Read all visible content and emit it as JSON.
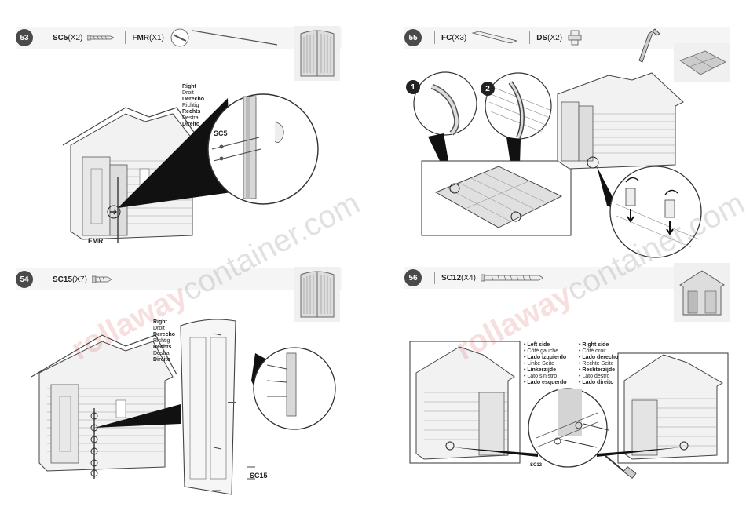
{
  "steps": {
    "s53": {
      "number": "53",
      "parts": [
        {
          "code": "SC5",
          "qty": "(X2)"
        },
        {
          "code": "FMR",
          "qty": "(X1)"
        }
      ],
      "side_labels": [
        "Right",
        "Droit",
        "Derecho",
        "Richtig",
        "Rechts",
        "Destra",
        "Direito"
      ],
      "callout_sc5": "SC5",
      "callout_fmr": "FMR"
    },
    "s54": {
      "number": "54",
      "parts": [
        {
          "code": "SC15",
          "qty": "(X7)"
        }
      ],
      "side_labels": [
        "Right",
        "Droit",
        "Derecho",
        "Richtig",
        "Rechts",
        "Destra",
        "Direito"
      ],
      "callout_sc15": "SC15"
    },
    "s55": {
      "number": "55",
      "parts": [
        {
          "code": "FC",
          "qty": "(X3)"
        },
        {
          "code": "DS",
          "qty": "(X2)"
        }
      ],
      "sub_steps": [
        "1",
        "2"
      ]
    },
    "s56": {
      "number": "56",
      "parts": [
        {
          "code": "SC12",
          "qty": "(X4)"
        }
      ],
      "left_labels": [
        "• Left side",
        "• Côté gauche",
        "• Lado izquierdo",
        "• Linke Seite",
        "• Linkerzijde",
        "• Lato sinistro",
        "• Lado esquerdo"
      ],
      "right_labels": [
        "• Right side",
        "• Côté droit",
        "• Lado derecho",
        "• Rechte Seite",
        "• Rechterzijde",
        "• Lato destro",
        "• Lado direito"
      ],
      "callout_sc12": "SC12"
    }
  },
  "watermark": {
    "brand": "rollaway",
    "suffix": "container.com"
  }
}
